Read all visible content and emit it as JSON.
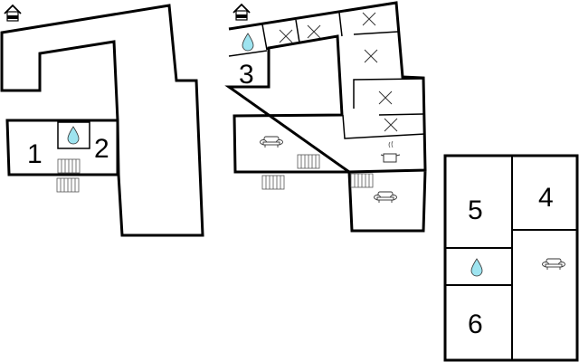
{
  "diagram": {
    "type": "floor-plan",
    "floors": [
      {
        "id": "floor-left",
        "rooms": [
          {
            "label": "1",
            "type": "bedroom"
          },
          {
            "label": "2",
            "type": "bedroom"
          },
          {
            "label": "",
            "type": "bathroom",
            "icon": "water-drop"
          }
        ],
        "icons": [
          "house-entrance",
          "water-drop",
          "radiator",
          "radiator"
        ]
      },
      {
        "id": "floor-middle",
        "rooms": [
          {
            "label": "3",
            "type": "bedroom"
          },
          {
            "label": "",
            "type": "bathroom",
            "icon": "water-drop"
          },
          {
            "label": "",
            "type": "living-room",
            "icon": "sofa"
          },
          {
            "label": "",
            "type": "kitchen",
            "icon": "cooking-pot"
          },
          {
            "label": "",
            "type": "living-room",
            "icon": "sofa"
          }
        ],
        "icons": [
          "house-entrance",
          "water-drop",
          "sofa",
          "sofa",
          "cooking-pot",
          "radiator",
          "radiator",
          "radiator",
          "x-mark",
          "x-mark",
          "x-mark",
          "x-mark",
          "x-mark",
          "x-mark"
        ]
      },
      {
        "id": "floor-right",
        "rooms": [
          {
            "label": "5",
            "type": "bedroom"
          },
          {
            "label": "4",
            "type": "bedroom"
          },
          {
            "label": "6",
            "type": "bedroom"
          },
          {
            "label": "",
            "type": "bathroom",
            "icon": "water-drop"
          },
          {
            "label": "",
            "type": "living-room",
            "icon": "sofa"
          }
        ]
      }
    ],
    "labels": {
      "room1": "1",
      "room2": "2",
      "room3": "3",
      "room4": "4",
      "room5": "5",
      "room6": "6"
    },
    "colors": {
      "wall": "#000000",
      "water": "#9ee4f0",
      "background": "#ffffff"
    }
  }
}
